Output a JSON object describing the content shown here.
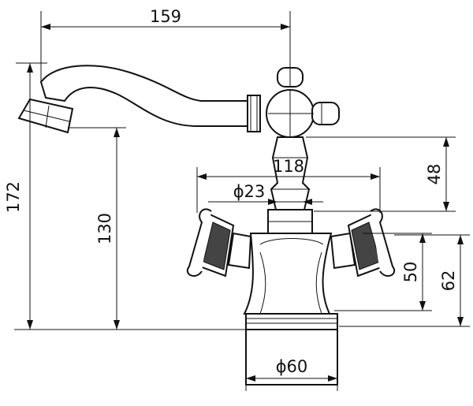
{
  "dimensions": {
    "spout_reach": "159",
    "total_height": "172",
    "spout_outlet_height": "130",
    "handle_spread": "118",
    "stem_diameter": "ϕ23",
    "top_height": "48",
    "handle_center_height": "50",
    "body_height": "62",
    "base_diameter": "ϕ60"
  },
  "colors": {
    "line": "#111111",
    "background": "#ffffff"
  }
}
